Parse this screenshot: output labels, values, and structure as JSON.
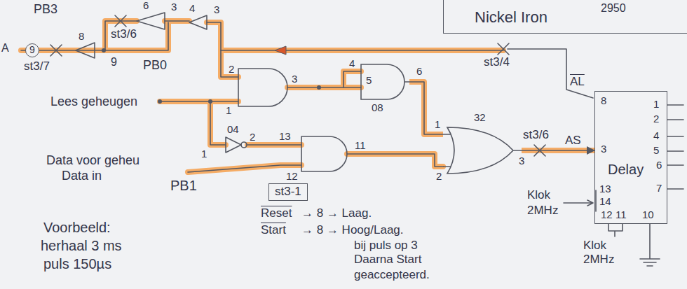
{
  "diagram": {
    "nodes": [
      {
        "text": [
          "Nickel Iron",
          "2950"
        ]
      },
      {
        "text": [
          "9"
        ]
      },
      {
        "text": [
          "08"
        ]
      },
      {
        "text": [
          "32"
        ]
      },
      {
        "text": [
          "Delay"
        ]
      },
      {
        "text": [
          "st3-1"
        ]
      }
    ],
    "edges": [
      {
        "from": 2,
        "to": 3,
        "arrow": "none"
      },
      {
        "from": 3,
        "to": 4,
        "arrow": "to"
      }
    ],
    "labels": [
      "A",
      "PB3",
      "6",
      "3",
      "4",
      "3",
      "8",
      "st3/6",
      "st3/7",
      "9",
      "PB0",
      "st3/4",
      "AL",
      "Lees geheugen",
      "2",
      "1",
      "3",
      "4",
      "5",
      "6",
      "04",
      "1",
      "2",
      "13",
      "12",
      "11",
      "1",
      "2",
      "3",
      "st3/6",
      "AS",
      "8",
      "3",
      "1",
      "2",
      "4",
      "5",
      "6",
      "7",
      "Klok",
      "2MHz",
      "13",
      "14",
      "12",
      "11",
      "10",
      "Klok",
      "2MHz",
      "Data voor geheu",
      "Data in",
      "PB1",
      "Reset",
      "→ 8 → Laag.",
      "Start",
      "→ 8 → Hoog/Laag.",
      "bij puls op 3",
      "Daarna Start",
      "geaccepteerd.",
      "Voorbeeld:",
      "herhaal 3 ms",
      "puls 150µs"
    ]
  }
}
